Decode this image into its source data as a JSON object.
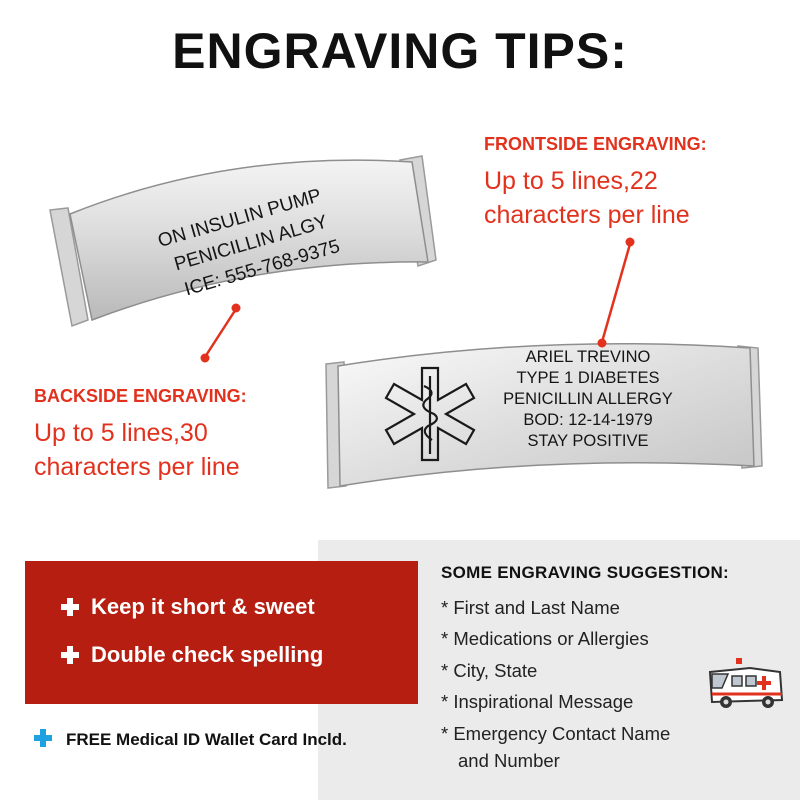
{
  "title": "ENGRAVING TIPS:",
  "frontside": {
    "heading": "FRONTSIDE ENGRAVING:",
    "line1": "Up to 5 lines,22",
    "line2": "characters per line"
  },
  "backside": {
    "heading": "BACKSIDE ENGRAVING:",
    "line1": "Up to 5 lines,30",
    "line2": "characters per line"
  },
  "back_plate": {
    "lines": [
      "ON INSULIN PUMP",
      "PENICILLIN ALGY",
      "ICE: 555-768-9375"
    ]
  },
  "front_plate": {
    "lines": [
      "ARIEL TREVINO",
      "TYPE 1 DIABETES",
      "PENICILLIN ALLERGY",
      "BOD: 12-14-1979",
      "STAY POSITIVE"
    ],
    "symbol_icon": "star-of-life-icon"
  },
  "tips": [
    "Keep it short & sweet",
    "Double check spelling"
  ],
  "free_card": "FREE Medical ID Wallet Card Incld.",
  "suggestions": {
    "heading": "SOME ENGRAVING SUGGESTION:",
    "items": [
      "* First and Last Name",
      "* Medications or Allergies",
      "* City, State",
      "* Inspirational Message",
      "* Emergency Contact Name",
      "and Number"
    ]
  },
  "icons": {
    "ambulance": "ambulance-icon",
    "plus": "plus-icon"
  },
  "colors": {
    "accent_red": "#e2311d",
    "panel_red": "#b51e10",
    "panel_grey": "#ebebeb",
    "plus_blue": "#1da1e0"
  }
}
